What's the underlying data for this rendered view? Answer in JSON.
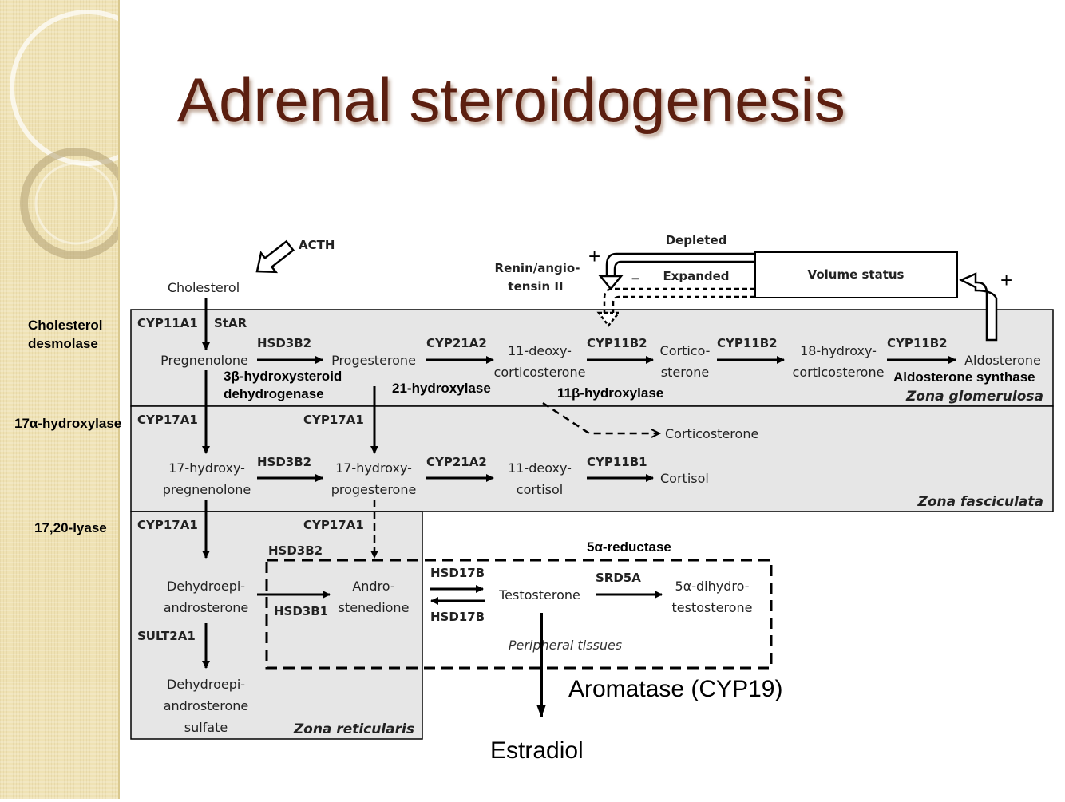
{
  "title": "Adrenal steroidogenesis",
  "compounds": {
    "cholesterol": "Cholesterol",
    "pregnenolone": "Pregnenolone",
    "progesterone": "Progesterone",
    "deoxycorticosterone_1": "11-deoxy-",
    "deoxycorticosterone_2": "corticosterone",
    "corticosterone_1": "Cortico-",
    "corticosterone_2": "sterone",
    "hydroxycorticosterone_1": "18-hydroxy-",
    "hydroxycorticosterone_2": "corticosterone",
    "aldosterone": "Aldosterone",
    "corticosterone_fasc": "Corticosterone",
    "hydroxypregnenolone_1": "17-hydroxy-",
    "hydroxypregnenolone_2": "pregnenolone",
    "hydroxyprogesterone_1": "17-hydroxy-",
    "hydroxyprogesterone_2": "progesterone",
    "deoxycortisol_1": "11-deoxy-",
    "deoxycortisol_2": "cortisol",
    "cortisol": "Cortisol",
    "dhea_1": "Dehydroepi-",
    "dhea_2": "androsterone",
    "androstenedione_1": "Andro-",
    "androstenedione_2": "stenedione",
    "testosterone": "Testosterone",
    "dht_1": "5α-dihydro-",
    "dht_2": "testosterone",
    "dheas_1": "Dehydroepi-",
    "dheas_2": "androsterone",
    "dheas_3": "sulfate",
    "estradiol": "Estradiol"
  },
  "enzymes": {
    "cyp11a1": "CYP11A1",
    "star": "StAR",
    "hsd3b2_top": "HSD3B2",
    "cyp21a2_top": "CYP21A2",
    "cyp11b2_a": "CYP11B2",
    "cyp11b2_b": "CYP11B2",
    "cyp11b2_c": "CYP11B2",
    "cyp17a1_left_1": "CYP17A1",
    "cyp17a1_right_1": "CYP17A1",
    "hsd3b2_mid": "HSD3B2",
    "cyp21a2_mid": "CYP21A2",
    "cyp11b1": "CYP11B1",
    "cyp17a1_left_2": "CYP17A1",
    "cyp17a1_right_2": "CYP17A1",
    "hsd3b2_low": "HSD3B2",
    "hsd3b1": "HSD3B1",
    "hsd17b_top": "HSD17B",
    "hsd17b_bottom": "HSD17B",
    "srd5a": "SRD5A",
    "sult2a1": "SULT2A1"
  },
  "labels": {
    "acth": "ACTH",
    "renin_1": "Renin/angio-",
    "renin_2": "tensin II",
    "depleted": "Depleted",
    "expanded": "Expanded",
    "volume_status": "Volume status",
    "plus": "+",
    "minus": "−",
    "cholesterol_desmolase_1": "Cholesterol",
    "cholesterol_desmolase_2": "desmolase",
    "hydroxylase17": "17α-hydroxylase",
    "lyase": "17,20-lyase",
    "hsd_name_1": "3β-hydroxysteroid",
    "hsd_name_2": "dehydrogenase",
    "hydroxylase21": "21-hydroxylase",
    "hydroxylase11b": "11β-hydroxylase",
    "aldosterone_synthase": "Aldosterone synthase",
    "reductase5a": "5α-reductase",
    "aromatase": "Aromatase (CYP19)",
    "peripheral": "Peripheral tissues"
  },
  "zones": {
    "glomerulosa": "Zona glomerulosa",
    "fasciculata": "Zona fasciculata",
    "reticularis": "Zona reticularis"
  }
}
